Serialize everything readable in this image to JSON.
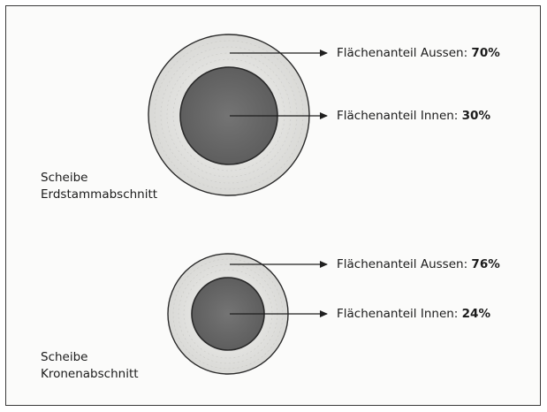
{
  "disc_top": {
    "caption_line1": "Scheibe",
    "caption_line2": "Erdstammabschnitt",
    "outer": {
      "label": "Flächenanteil Aussen: ",
      "value": "70%",
      "share": 0.7
    },
    "inner": {
      "label": "Flächenanteil Innen: ",
      "value": "30%",
      "share": 0.3
    }
  },
  "disc_bottom": {
    "caption_line1": "Scheibe",
    "caption_line2": "Kronenabschnitt",
    "outer": {
      "label": "Flächenanteil Aussen: ",
      "value": "76%",
      "share": 0.76
    },
    "inner": {
      "label": "Flächenanteil Innen: ",
      "value": "24%",
      "share": 0.24
    }
  },
  "colors": {
    "outer_ring": "#e4e4e2",
    "inner_core": "#6b6b6b",
    "outline": "#2a2a2a",
    "arrow": "#1f1f1f"
  }
}
